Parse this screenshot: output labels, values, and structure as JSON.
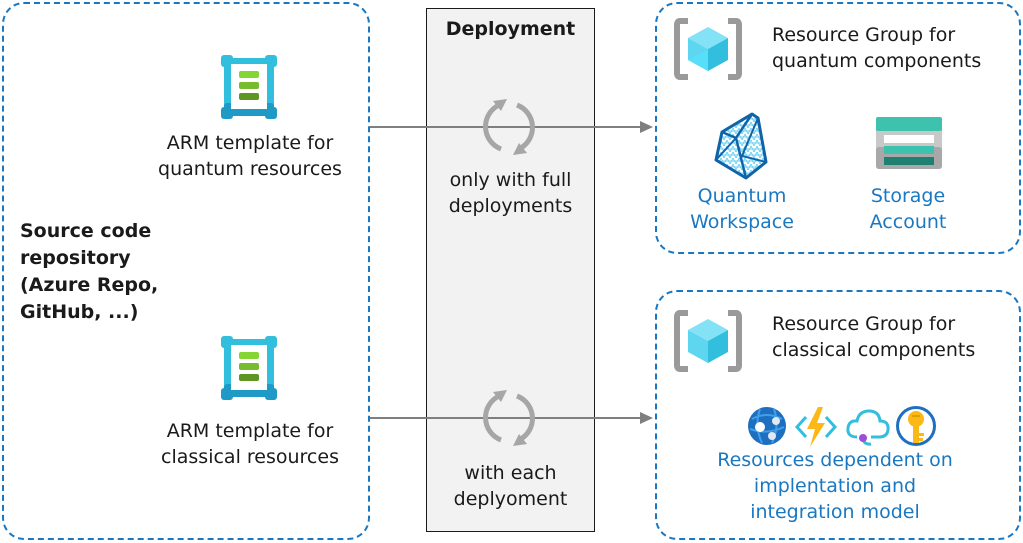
{
  "source_repo": {
    "title_lines": [
      "Source code",
      "repository",
      "(Azure Repo,",
      "GitHub, ...)"
    ],
    "templates": [
      {
        "icon": "arm-template-icon",
        "label_lines": [
          "ARM template for",
          "quantum resources"
        ]
      },
      {
        "icon": "arm-template-icon",
        "label_lines": [
          "ARM template for",
          "classical resources"
        ]
      }
    ]
  },
  "deployment": {
    "title": "Deployment",
    "steps": [
      {
        "icon": "refresh-cycle-icon",
        "label_lines": [
          "only with full",
          "deployments"
        ]
      },
      {
        "icon": "refresh-cycle-icon",
        "label_lines": [
          "with each",
          "deplyoment"
        ]
      }
    ]
  },
  "resource_groups": [
    {
      "icon": "resource-group-icon",
      "title_lines": [
        "Resource Group for",
        "quantum components"
      ],
      "resources": [
        {
          "icon": "quantum-workspace-icon",
          "label_lines": [
            "Quantum",
            "Workspace"
          ]
        },
        {
          "icon": "storage-account-icon",
          "label_lines": [
            "Storage",
            "Account"
          ]
        }
      ]
    },
    {
      "icon": "resource-group-icon",
      "title_lines": [
        "Resource Group for",
        "classical components"
      ],
      "resource_icons": [
        "app-service-icon",
        "function-app-icon",
        "api-connection-icon",
        "key-vault-icon"
      ],
      "caption_lines": [
        "Resources dependent on",
        "implentation and",
        "integration model"
      ]
    }
  ],
  "colors": {
    "accent_blue": "#1a78c2",
    "arrow_gray": "#7f7f7f",
    "deploy_bg": "#f2f2f2",
    "cycle_gray": "#a6a6a6"
  }
}
